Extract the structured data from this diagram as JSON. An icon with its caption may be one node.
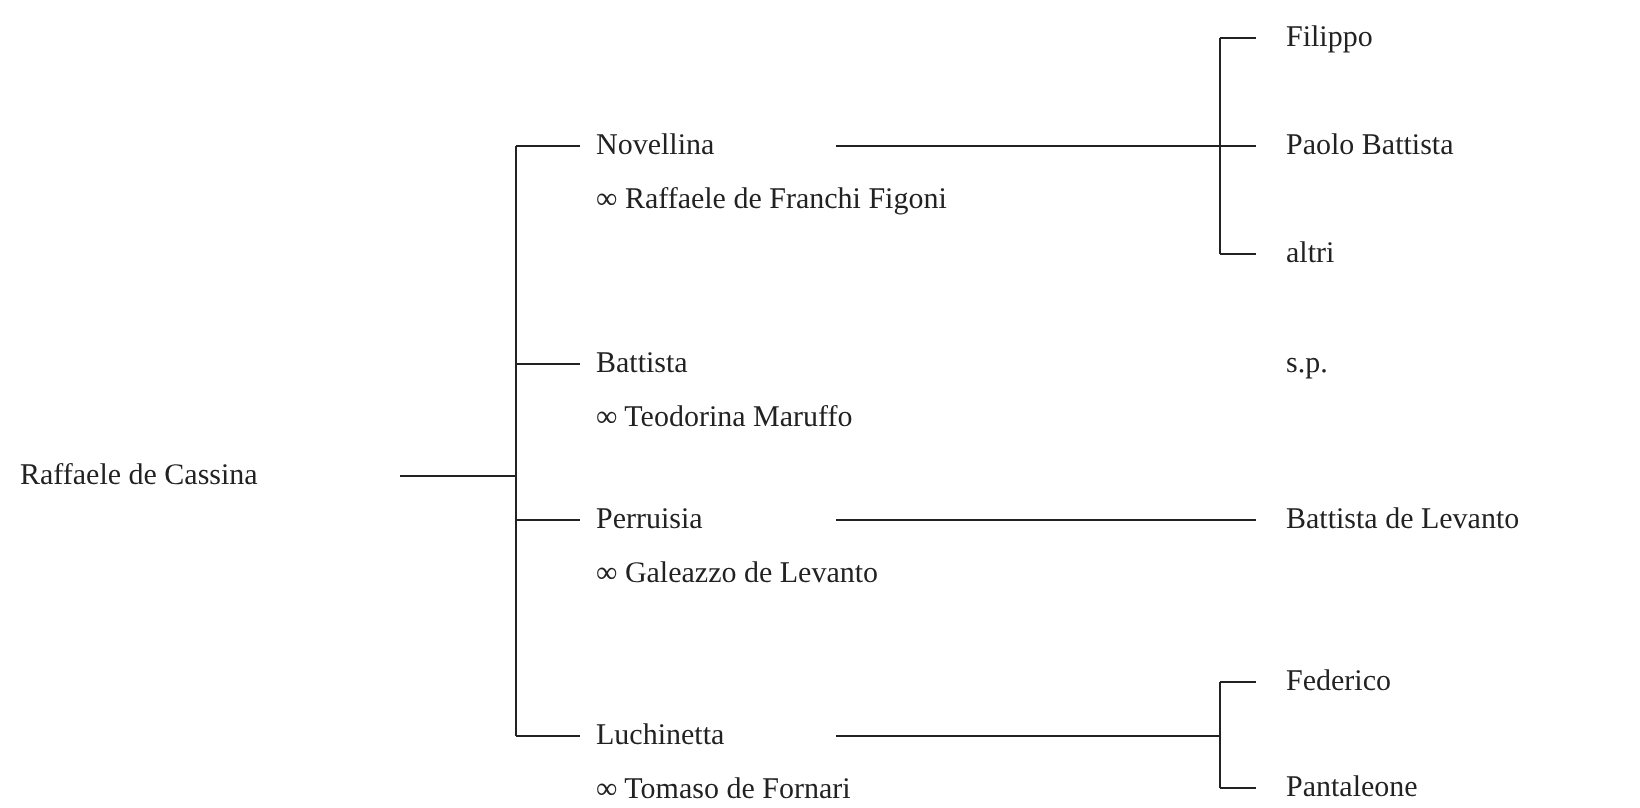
{
  "diagram": {
    "nodes": [
      {
        "text": [
          "Raffaele de Cassina"
        ]
      },
      {
        "text": [
          "Novellina"
        ],
        "beside": [
          "∞ Raffaele de Franchi Figoni"
        ]
      },
      {
        "text": [
          "Battista"
        ],
        "beside": [
          "∞ Teodorina Maruffo"
        ]
      },
      {
        "text": [
          "Perruisia"
        ],
        "beside": [
          "∞ Galeazzo de Levanto"
        ]
      },
      {
        "text": [
          "Luchinetta"
        ],
        "beside": [
          "∞ Tomaso de Fornari"
        ]
      },
      {
        "text": [
          "Filippo"
        ]
      },
      {
        "text": [
          "Paolo Battista"
        ]
      },
      {
        "text": [
          "altri"
        ]
      },
      {
        "text": [
          "Battista de Levanto"
        ]
      },
      {
        "text": [
          "Federico"
        ]
      },
      {
        "text": [
          "Pantaleone"
        ]
      }
    ],
    "edges": [
      {
        "from": 0,
        "to": 1,
        "arrow": "none"
      },
      {
        "from": 0,
        "to": 2,
        "arrow": "none"
      },
      {
        "from": 0,
        "to": 3,
        "arrow": "none"
      },
      {
        "from": 0,
        "to": 4,
        "arrow": "none"
      },
      {
        "from": 1,
        "to": 5,
        "arrow": "none"
      },
      {
        "from": 1,
        "to": 6,
        "arrow": "none"
      },
      {
        "from": 1,
        "to": 7,
        "arrow": "none"
      },
      {
        "from": 3,
        "to": 8,
        "arrow": "none"
      },
      {
        "from": 4,
        "to": 9,
        "arrow": "none"
      },
      {
        "from": 4,
        "to": 10,
        "arrow": "none"
      }
    ],
    "labels": [
      "s.p."
    ]
  }
}
